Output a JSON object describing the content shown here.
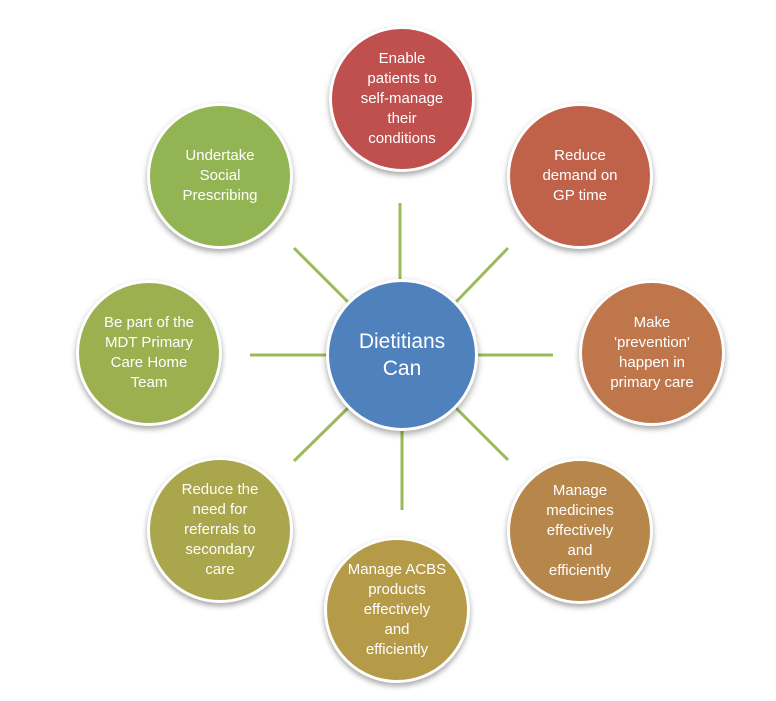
{
  "center": {
    "label": "Dietitians\nCan",
    "color": "#4f81bd"
  },
  "nodes": [
    {
      "id": "top",
      "label": "Enable\npatients to\nself-manage\ntheir\nconditions",
      "color": "#c0504d"
    },
    {
      "id": "top-right",
      "label": "Reduce\ndemand on\nGP time",
      "color": "#c0614a"
    },
    {
      "id": "right",
      "label": "Make\n'prevention'\nhappen in\nprimary care",
      "color": "#c0764b"
    },
    {
      "id": "bottom-right",
      "label": "Manage\nmedicines\neffectively\nand\nefficiently",
      "color": "#b7864a"
    },
    {
      "id": "bottom",
      "label": "Manage ACBS\nproducts\neffectively\nand\nefficiently",
      "color": "#b59a48"
    },
    {
      "id": "bottom-left",
      "label": "Reduce the\nneed for\nreferrals to\nsecondary\ncare",
      "color": "#aaa64b"
    },
    {
      "id": "left",
      "label": "Be part of the\nMDT Primary\nCare Home\nTeam",
      "color": "#9cb050"
    },
    {
      "id": "top-left",
      "label": "Undertake\nSocial\nPrescribing",
      "color": "#92b452"
    }
  ],
  "connector_color": "#9bbb59"
}
